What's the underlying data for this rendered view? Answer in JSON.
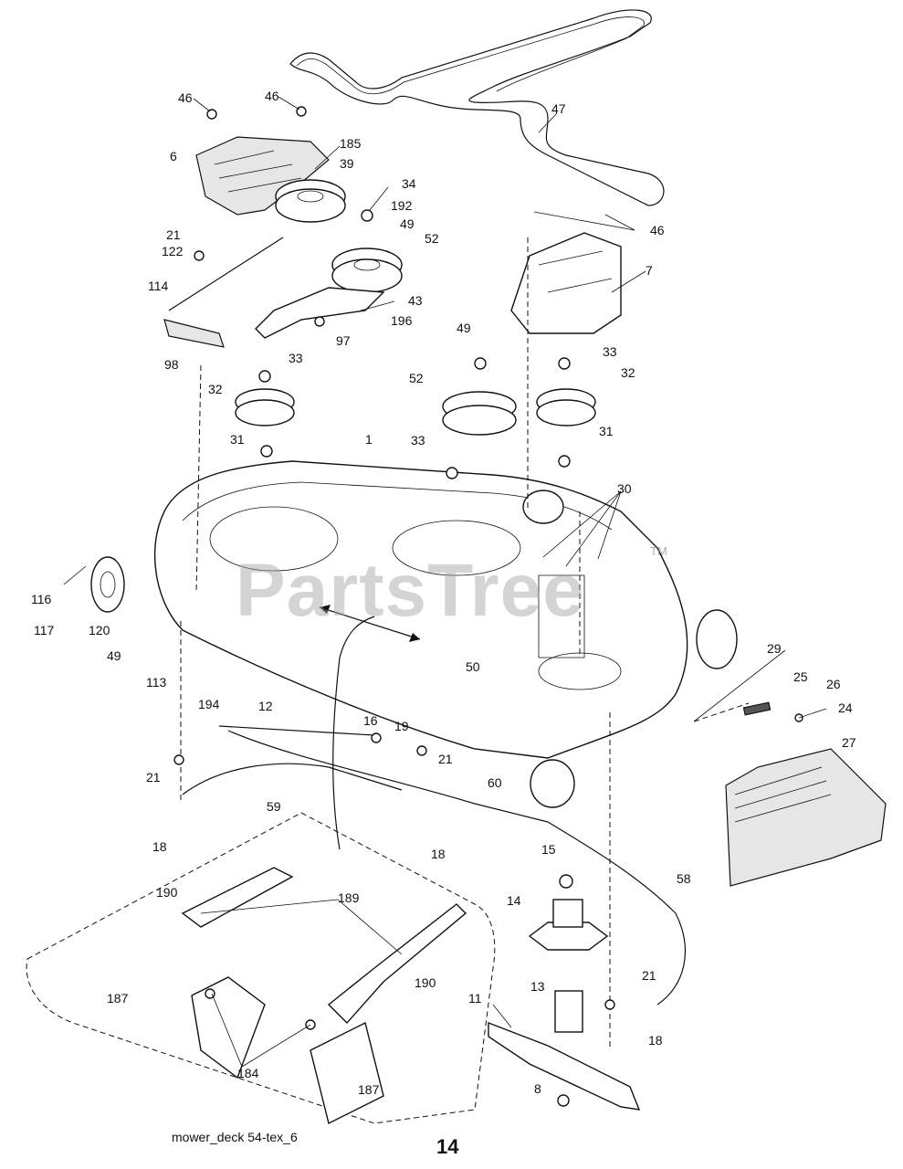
{
  "diagram": {
    "caption": "mower_deck 54-tex_6",
    "page_number": "14",
    "watermark": "PartsTree",
    "trademark": "TM",
    "callouts": [
      {
        "id": "c46a",
        "label": "46"
      },
      {
        "id": "c46b",
        "label": "46"
      },
      {
        "id": "c47",
        "label": "47"
      },
      {
        "id": "c185",
        "label": "185"
      },
      {
        "id": "c39",
        "label": "39"
      },
      {
        "id": "c6",
        "label": "6"
      },
      {
        "id": "c34",
        "label": "34"
      },
      {
        "id": "c192",
        "label": "192"
      },
      {
        "id": "c49a",
        "label": "49"
      },
      {
        "id": "c52a",
        "label": "52"
      },
      {
        "id": "c46c",
        "label": "46"
      },
      {
        "id": "c21a",
        "label": "21"
      },
      {
        "id": "c122",
        "label": "122"
      },
      {
        "id": "c114",
        "label": "114"
      },
      {
        "id": "c43",
        "label": "43"
      },
      {
        "id": "c7",
        "label": "7"
      },
      {
        "id": "c196",
        "label": "196"
      },
      {
        "id": "c97",
        "label": "97"
      },
      {
        "id": "c49b",
        "label": "49"
      },
      {
        "id": "c98",
        "label": "98"
      },
      {
        "id": "c33a",
        "label": "33"
      },
      {
        "id": "c33b",
        "label": "33"
      },
      {
        "id": "c32a",
        "label": "32"
      },
      {
        "id": "c52b",
        "label": "52"
      },
      {
        "id": "c32b",
        "label": "32"
      },
      {
        "id": "c31a",
        "label": "31"
      },
      {
        "id": "c33c",
        "label": "33"
      },
      {
        "id": "c31b",
        "label": "31"
      },
      {
        "id": "c1",
        "label": "1"
      },
      {
        "id": "c30",
        "label": "30"
      },
      {
        "id": "c116",
        "label": "116"
      },
      {
        "id": "c117",
        "label": "117"
      },
      {
        "id": "c120",
        "label": "120"
      },
      {
        "id": "c49c",
        "label": "49"
      },
      {
        "id": "c50",
        "label": "50"
      },
      {
        "id": "c29",
        "label": "29"
      },
      {
        "id": "c113",
        "label": "113"
      },
      {
        "id": "c25",
        "label": "25"
      },
      {
        "id": "c26",
        "label": "26"
      },
      {
        "id": "c24",
        "label": "24"
      },
      {
        "id": "c194",
        "label": "194"
      },
      {
        "id": "c12",
        "label": "12"
      },
      {
        "id": "c16",
        "label": "16"
      },
      {
        "id": "c19",
        "label": "19"
      },
      {
        "id": "c21b",
        "label": "21"
      },
      {
        "id": "c21c",
        "label": "21"
      },
      {
        "id": "c27",
        "label": "27"
      },
      {
        "id": "c60",
        "label": "60"
      },
      {
        "id": "c59",
        "label": "59"
      },
      {
        "id": "c18a",
        "label": "18"
      },
      {
        "id": "c18b",
        "label": "18"
      },
      {
        "id": "c15",
        "label": "15"
      },
      {
        "id": "c58",
        "label": "58"
      },
      {
        "id": "c190a",
        "label": "190"
      },
      {
        "id": "c189",
        "label": "189"
      },
      {
        "id": "c14",
        "label": "14"
      },
      {
        "id": "c187a",
        "label": "187"
      },
      {
        "id": "c190b",
        "label": "190"
      },
      {
        "id": "c13",
        "label": "13"
      },
      {
        "id": "c21d",
        "label": "21"
      },
      {
        "id": "c184",
        "label": "184"
      },
      {
        "id": "c11",
        "label": "11"
      },
      {
        "id": "c18c",
        "label": "18"
      },
      {
        "id": "c187b",
        "label": "187"
      },
      {
        "id": "c8",
        "label": "8"
      }
    ]
  }
}
